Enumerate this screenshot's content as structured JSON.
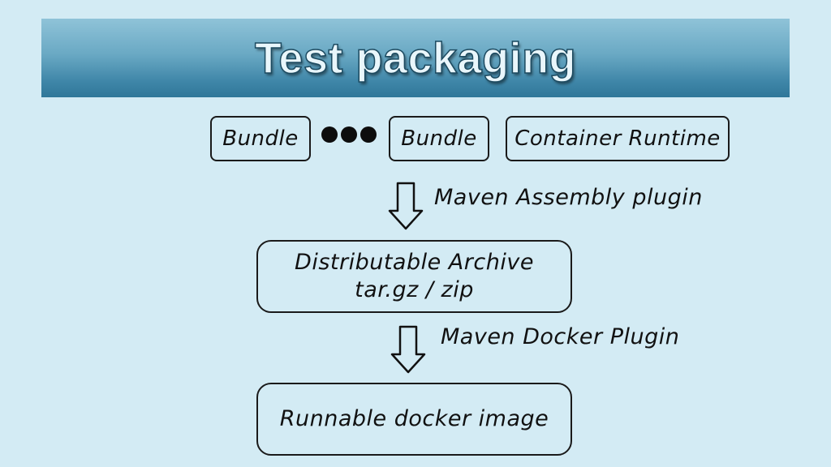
{
  "title": "Test packaging",
  "top_row": {
    "bundle_1": "Bundle",
    "bundle_2": "Bundle",
    "container_runtime": "Container Runtime"
  },
  "steps": {
    "assembly_label": "Maven Assembly plugin",
    "docker_label": "Maven Docker Plugin"
  },
  "archive": {
    "line1": "Distributable Archive",
    "line2": "tar.gz / zip"
  },
  "image_box": {
    "label": "Runnable docker image"
  },
  "colors": {
    "background": "#d3ebf4",
    "title_bar_top": "#8fc3d8",
    "title_bar_bottom": "#2f7799",
    "ink": "#111111"
  }
}
